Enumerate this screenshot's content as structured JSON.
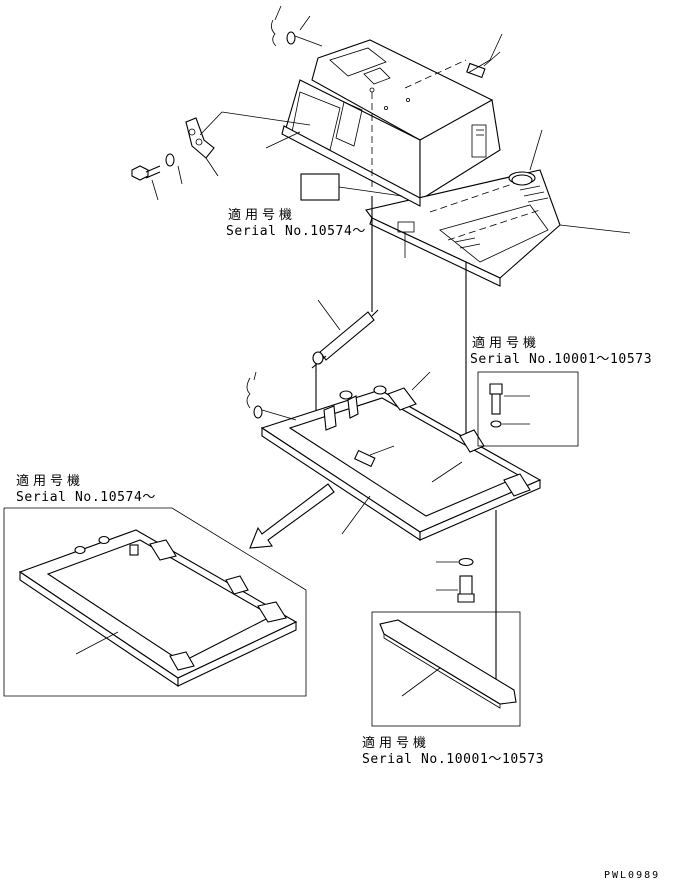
{
  "labels": {
    "top_applicable": "適用号機",
    "top_serial": "Serial No.10574～",
    "right_applicable": "適用号機",
    "right_serial": "Serial No.10001～10573",
    "left_applicable": "適用号機",
    "left_serial": "Serial No.10574～",
    "bottom_applicable": "適用号機",
    "bottom_serial": "Serial No.10001～10573"
  },
  "drawing_code": "PWL0989",
  "colors": {
    "line": "#000000",
    "background": "#ffffff"
  }
}
